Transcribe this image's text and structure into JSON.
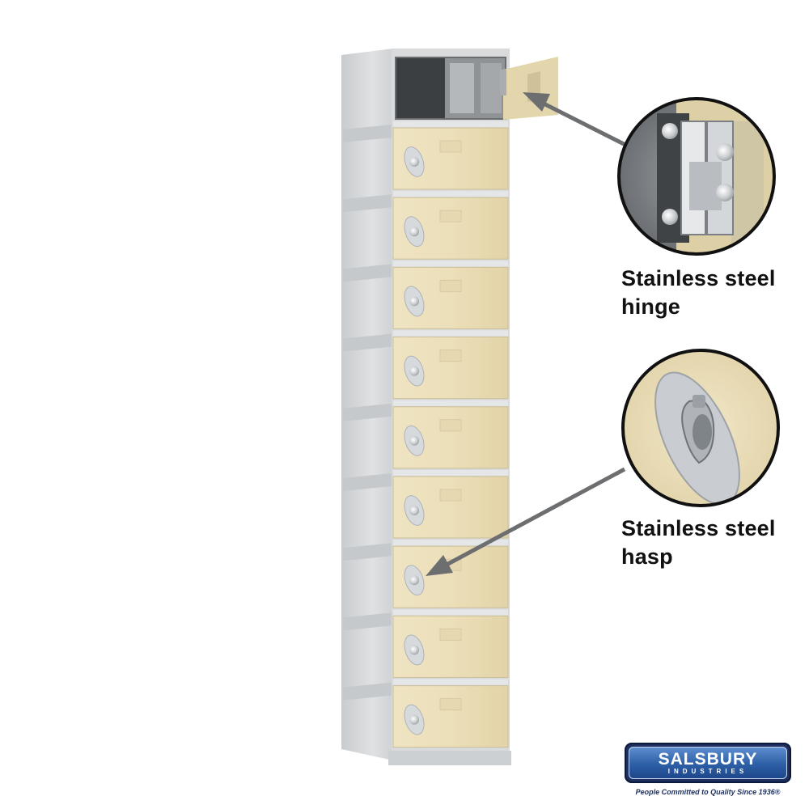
{
  "callouts": {
    "hinge": {
      "line1": "Stainless steel",
      "line2": "hinge"
    },
    "hasp": {
      "line1": "Stainless steel",
      "line2": "hasp"
    }
  },
  "brand": {
    "name": "SALSBURY",
    "sub": "INDUSTRIES",
    "tagline": "People Committed to Quality Since 1936®"
  },
  "colors": {
    "door_tan": "#e9dcb6",
    "frame_gray": "#d6d8da",
    "arrow": "#6d6e70",
    "brand_blue": "#1c2f5e"
  },
  "locker": {
    "door_count": 10,
    "open_door_index": 0
  }
}
